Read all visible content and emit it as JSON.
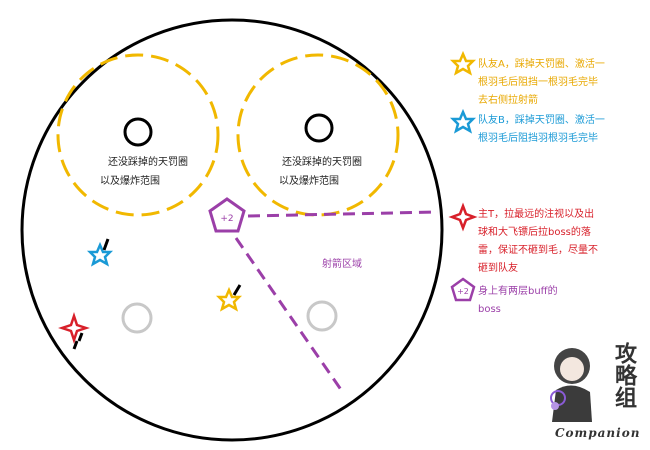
{
  "arena": {
    "zone_left_label_1": "还没踩掉的天罚圈",
    "zone_left_label_2": "以及爆炸范围",
    "zone_right_label_1": "还没踩掉的天罚圈",
    "zone_right_label_2": "以及爆炸范围",
    "boss_badge": "+2",
    "arrow_area_label": "射箭区域"
  },
  "legend": {
    "a": {
      "line1": "队友A，踩掉天罚圈、激活一",
      "line2": "根羽毛后阻挡一根羽毛完毕",
      "line3": "去右侧拉射箭"
    },
    "b": {
      "line1": "队友B，踩掉天罚圈、激活一",
      "line2": "根羽毛后阻挡羽根羽毛完毕"
    },
    "t": {
      "line1": "主T，拉最远的注视以及出",
      "line2": "球和大飞镖后拉boss的落",
      "line3": "雷，保证不砸到毛，尽量不",
      "line4": "砸到队友"
    },
    "boss": {
      "line1": "身上有两层buff的",
      "line2": "boss",
      "badge": "+2"
    }
  },
  "watermark": {
    "text": "Companion",
    "glyphs": "攻略组"
  },
  "colors": {
    "yellow": "#f1b800",
    "blue": "#1a9ad6",
    "red": "#d8202a",
    "purple": "#9b3fa8",
    "gray": "#c8c8c8",
    "black": "#000000"
  },
  "icons": {
    "player_a": "yellow-star-icon",
    "player_b": "blue-star-icon",
    "main_tank": "red-shuriken-icon",
    "boss": "purple-pentagon-icon"
  }
}
